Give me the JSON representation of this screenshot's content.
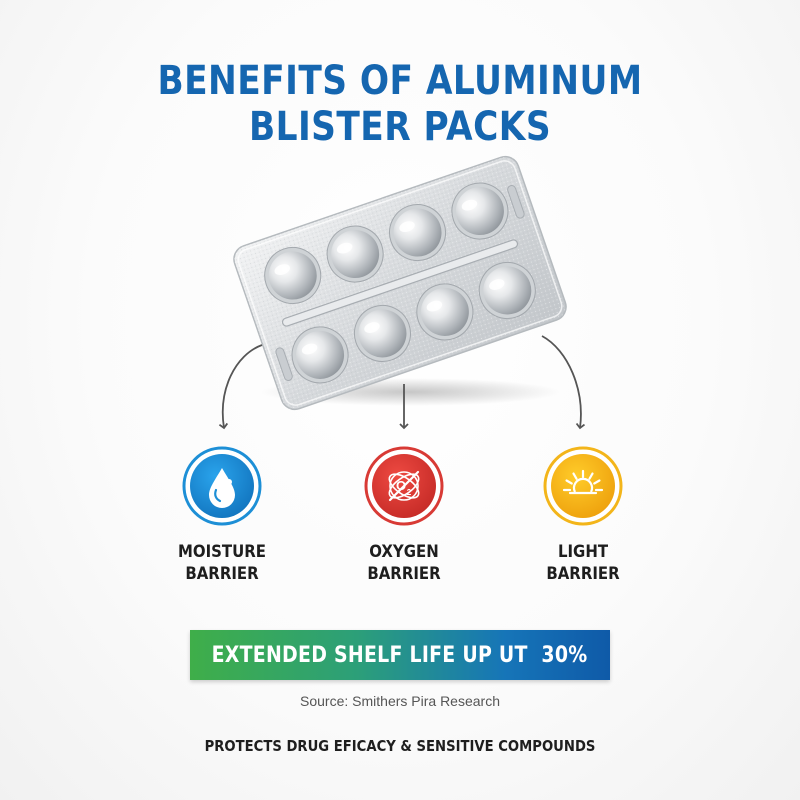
{
  "title": {
    "line1": "BENEFITS OF ALUMINUM",
    "line2": "BLISTER PACKS"
  },
  "colors": {
    "title": "#1566b0",
    "moisture": "#1d8fd6",
    "oxygen": "#d83a35",
    "light": "#f3b51a",
    "banner_start": "#3fae49",
    "banner_end": "#0f5aa8"
  },
  "barriers": [
    {
      "icon": "water-drop-icon",
      "line1": "MOISTURE",
      "line2": "BARRIER"
    },
    {
      "icon": "oxygen-molecule-icon",
      "line1": "OXYGEN",
      "line2": "BARRIER"
    },
    {
      "icon": "sun-icon",
      "line1": "LIGHT",
      "line2": "BARRIER"
    }
  ],
  "blister_pack": {
    "pill_count": 8
  },
  "oxygen_icon_text": "O",
  "oxygen_icon_sub": "2",
  "banner": {
    "text": "EXTENDED SHELF LIFE UP UT  30%"
  },
  "source": "Source: Smithers Pira Research",
  "footer": "PROTECTS DRUG EFICACY & SENSITIVE COMPOUNDS"
}
